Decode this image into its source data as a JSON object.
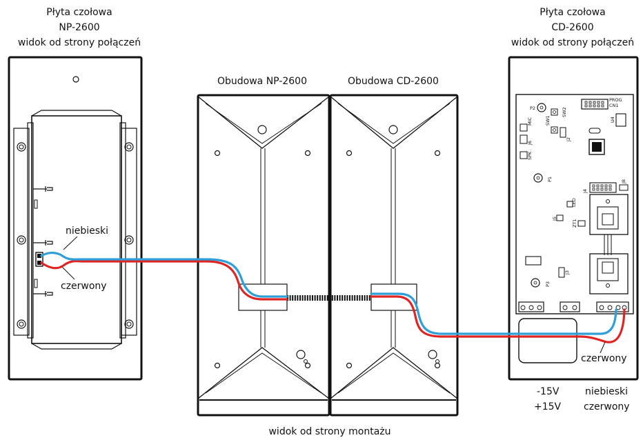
{
  "labels": {
    "left_panel_title": [
      "Płyta czołowa",
      "NP-2600",
      "widok od strony połączeń"
    ],
    "right_panel_title": [
      "Płyta czołowa",
      "CD-2600",
      "widok od strony połączeń"
    ],
    "housing_np": "Obudowa NP-2600",
    "housing_cd": "Obudowa CD-2600",
    "bottom_caption": "widok od strony montażu",
    "wire_blue_left": "niebieski",
    "wire_red_left": "czerwony",
    "wire_red_right": "czerwony",
    "volt_neg": "-15V",
    "volt_pos": "+15V",
    "legend_blue": "niebieski",
    "legend_red": "czerwony"
  },
  "pcb_labels": {
    "prog": "PROG",
    "cn1": "CN1",
    "p2": "P2",
    "sw1": "SW1",
    "sw2": "SW2",
    "mic": "MIC",
    "u4": "U4",
    "j6": "J6",
    "j2": "J2",
    "spk": "SPK",
    "p1": "P1",
    "j4": "J4",
    "j8": "J8",
    "led": "LED",
    "j5": "J5",
    "zt1": "ZT1",
    "j3": "J3",
    "p3": "P3"
  },
  "colors": {
    "wire_blue": "#2e9fd8",
    "wire_red": "#e02424",
    "outline": "#111111",
    "background": "#ffffff"
  }
}
